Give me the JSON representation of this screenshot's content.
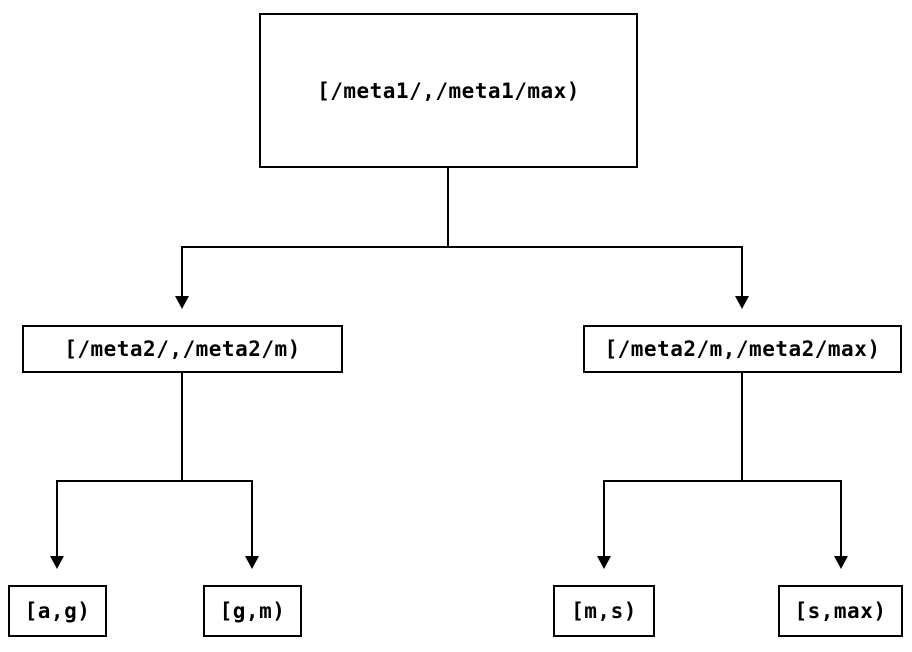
{
  "diagram": {
    "type": "binary-tree",
    "colors": {
      "background": "#ffffff",
      "node_border": "#000000",
      "edge_line": "#000000",
      "text": "#000000"
    },
    "nodes": {
      "root": {
        "label": "[/meta1/,/meta1/max)"
      },
      "left_child": {
        "label": "[/meta2/,/meta2/m)"
      },
      "right_child": {
        "label": "[/meta2/m,/meta2/max)"
      },
      "leaf_ag": {
        "label": "[a,g)"
      },
      "leaf_gm": {
        "label": "[g,m)"
      },
      "leaf_ms": {
        "label": "[m,s)"
      },
      "leaf_smax": {
        "label": "[s,max)"
      }
    },
    "edges": [
      {
        "from": "root",
        "to": "left_child"
      },
      {
        "from": "root",
        "to": "right_child"
      },
      {
        "from": "left_child",
        "to": "leaf_ag"
      },
      {
        "from": "left_child",
        "to": "leaf_gm"
      },
      {
        "from": "right_child",
        "to": "leaf_ms"
      },
      {
        "from": "right_child",
        "to": "leaf_smax"
      }
    ]
  }
}
